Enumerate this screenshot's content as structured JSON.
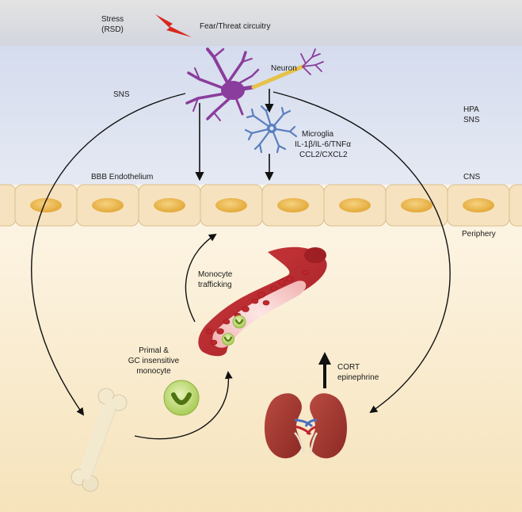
{
  "labels": {
    "stress": "Stress",
    "rsd": "(RSD)",
    "fear_threat": "Fear/Threat circuitry",
    "neuron": "Neuron",
    "sns_left": "SNS",
    "hpa": "HPA",
    "sns_right": "SNS",
    "microglia": "Microglia",
    "cytokines": "IL-1β/IL-6/TNFα",
    "chemokines": "CCL2/CXCL2",
    "bbb": "BBB Endothelium",
    "cns": "CNS",
    "periphery": "Periphery",
    "monocyte_trafficking_1": "Monocyte",
    "monocyte_trafficking_2": "trafficking",
    "primal_1": "Primal &",
    "primal_2": "GC insensitive",
    "primal_3": "monocyte",
    "cort": "CORT",
    "epinephrine": "epinephrine"
  },
  "colors": {
    "header_top": "#e2e2e2",
    "header_bottom": "#cdd0db",
    "cns_band": "#dde4f4",
    "periphery_top": "#fbf2e0",
    "periphery_bottom": "#f6e4bd",
    "endothelium_cell": "#f7e3bf",
    "endothelium_nucleus": "#f0c25e",
    "neuron": "#8a3d9c",
    "axon": "#e6c24a",
    "microglia": "#5b7fbf",
    "vessel": "#b8282c",
    "blood_cell": "#c0272d",
    "monocyte": "#c9e27d",
    "kidney": "#a6332d",
    "bone": "#f3e9cf",
    "lightning": "#d9261c",
    "arrow": "#111111"
  }
}
